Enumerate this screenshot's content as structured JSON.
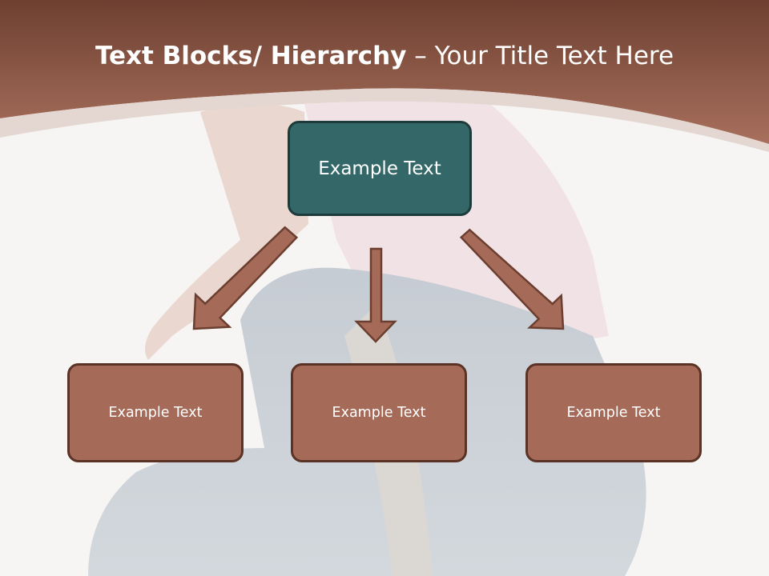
{
  "slide": {
    "title_bold": "Text Blocks/ Hierarchy",
    "title_rest": " – Your Title Text Here",
    "top_box": "Example Text",
    "children": [
      "Example Text",
      "Example Text",
      "Example Text"
    ]
  },
  "colors": {
    "header_brown": "#8c5543",
    "top_box_fill": "#346868",
    "child_box_fill": "#a56b58",
    "arrow_fill": "#a56b58",
    "arrow_outline": "#6b3e2f"
  }
}
